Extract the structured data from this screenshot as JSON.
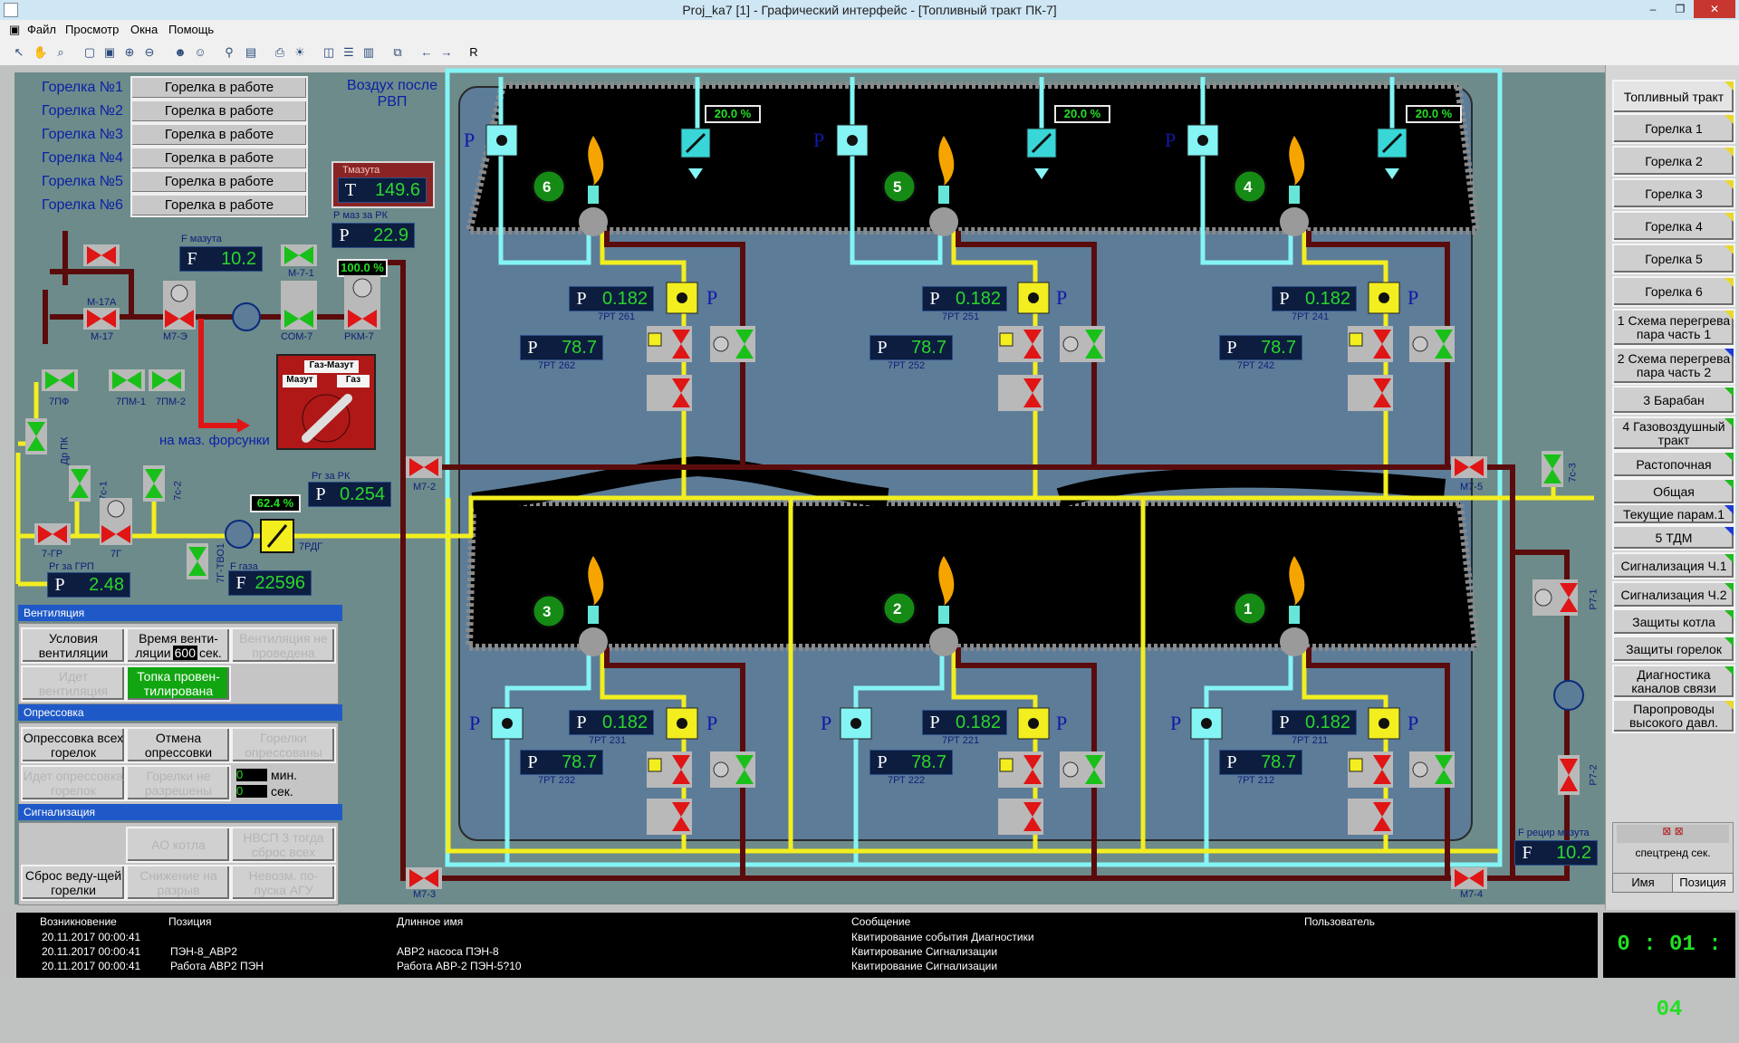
{
  "window": {
    "title": "Proj_ka7 [1] - Графический интерфейс - [Топливный тракт ПК-7]",
    "min": "–",
    "max": "❐",
    "close": "✕"
  },
  "menu": [
    "Файл",
    "Просмотр",
    "Окна",
    "Помощь"
  ],
  "toolbar_extra": "R",
  "burners": [
    {
      "label": "Горелка №1",
      "status": "Горелка в работе"
    },
    {
      "label": "Горелка №2",
      "status": "Горелка в работе"
    },
    {
      "label": "Горелка №3",
      "status": "Горелка в работе"
    },
    {
      "label": "Горелка №4",
      "status": "Горелка в работе"
    },
    {
      "label": "Горелка №5",
      "status": "Горелка в работе"
    },
    {
      "label": "Горелка №6",
      "status": "Горелка в работе"
    }
  ],
  "air_label": "Воздух после РВП",
  "gauges": {
    "t_mazut": {
      "caption": "Тмазута",
      "key": "T",
      "value": "149.6"
    },
    "p_maz_rk": {
      "caption": "Р маз за РК",
      "key": "P",
      "value": "22.9"
    },
    "f_mazut": {
      "caption": "F мазута",
      "key": "F",
      "value": "10.2"
    },
    "pg_rk": {
      "caption": "Рг за РК",
      "key": "P",
      "value": "0.254"
    },
    "pg_grp": {
      "caption": "Рг за ГРП",
      "key": "P",
      "value": "2.48"
    },
    "f_gas": {
      "caption": "F газа",
      "key": "F",
      "value": "22596"
    },
    "f_recirc": {
      "caption": "F рецир мазута",
      "key": "F",
      "value": "10.2"
    }
  },
  "pct": {
    "rkm7": "100.0 %",
    "rdg": "62.4 %",
    "air1": "20.0 %",
    "air2": "20.0 %",
    "air3": "20.0 %"
  },
  "valves": {
    "m17a": "М-17А",
    "m17": "М-17",
    "m7e": "М7-Э",
    "m71": "М-7-1",
    "com7": "СОМ-7",
    "rkm7": "РКМ-7",
    "pf": "7ПФ",
    "pm1": "7ПМ-1",
    "pm2": "7ПМ-2",
    "drpk": "Др ПК",
    "c1": "7с-1",
    "c2": "7с-2",
    "gr": "7-ГР",
    "g": "7Г",
    "tvo": "7Г-ТВО1",
    "rdg": "7РДГ",
    "m72": "М7-2",
    "m73": "М7-3",
    "m74": "М7-4",
    "m75": "М7-5",
    "c3": "7с-3",
    "r71": "Р7-1",
    "r72": "Р7-2"
  },
  "to_nozzles": "на маз. форсунки",
  "selector": {
    "title": "Газ-Мазут",
    "left": "Мазут",
    "right": "Газ"
  },
  "burner_units": [
    {
      "num": "6",
      "p1": "0.182",
      "t1": "7РТ 261",
      "p2": "78.7",
      "t2": "7РТ 262"
    },
    {
      "num": "5",
      "p1": "0.182",
      "t1": "7РТ 251",
      "p2": "78.7",
      "t2": "7РТ 252"
    },
    {
      "num": "4",
      "p1": "0.182",
      "t1": "7РТ 241",
      "p2": "78.7",
      "t2": "7РТ 242"
    },
    {
      "num": "3",
      "p1": "0.182",
      "t1": "7РТ 231",
      "p2": "78.7",
      "t2": "7РТ 232"
    },
    {
      "num": "2",
      "p1": "0.182",
      "t1": "7РТ 221",
      "p2": "78.7",
      "t2": "7РТ 222"
    },
    {
      "num": "1",
      "p1": "0.182",
      "t1": "7РТ 211",
      "p2": "78.7",
      "t2": "7РТ 212"
    }
  ],
  "p_letter": "P",
  "ventilation": {
    "title": "Вентиляция",
    "cond": "Условия вентиляции",
    "time_pre": "Время венти-",
    "time_mid": "ляции",
    "time_val": "600",
    "time_unit": "сек.",
    "done": "Вентиляция не проведена",
    "going": "Идет вентиляция",
    "firebox": "Топка провен-тилирована"
  },
  "pressure": {
    "title": "Опрессовка",
    "all": "Опрессовка всех горелок",
    "cancel": "Отмена опрессовки",
    "burn_ok": "Горелки опрессованы",
    "going": "Идет опрессовка горелок",
    "leak": "Горелки не разрешены",
    "min_val": "0",
    "min": "мин.",
    "sec_val": "0",
    "sec": "сек."
  },
  "signal": {
    "title": "Сигнализация",
    "ao": "АО котла",
    "nvsp": "НВСП 3 тогда сброс всех",
    "reset": "Сброс веду-щей горелки",
    "drop": "Снижение на разрыв",
    "nevozm": "Невозм. по-пуска АГУ"
  },
  "nav": [
    {
      "label": "Топливный тракт",
      "corner": "y"
    },
    {
      "label": "Горелка 1",
      "corner": "y"
    },
    {
      "label": "Горелка 2",
      "corner": "y"
    },
    {
      "label": "Горелка 3",
      "corner": "y"
    },
    {
      "label": "Горелка 4",
      "corner": "y"
    },
    {
      "label": "Горелка 5",
      "corner": "y"
    },
    {
      "label": "Горелка 6",
      "corner": "y"
    },
    {
      "label": "1 Схема перегрева пара часть 1",
      "corner": "y"
    },
    {
      "label": "2 Схема перегрева пара часть 2",
      "corner": "b"
    },
    {
      "label": "3 Барабан",
      "corner": "g"
    },
    {
      "label": "4 Газовоздушный тракт",
      "corner": "g"
    },
    {
      "label": "Растопочная",
      "corner": "g"
    },
    {
      "label": "Общая",
      "corner": "g"
    },
    {
      "label": "Текущие парам.1",
      "corner": "b"
    },
    {
      "label": "5 ТДМ",
      "corner": "b"
    },
    {
      "label": "Сигнализация Ч.1",
      "corner": "g"
    },
    {
      "label": "Сигнализация Ч.2",
      "corner": "g"
    },
    {
      "label": "Защиты котла",
      "corner": "g"
    },
    {
      "label": "Защиты горелок",
      "corner": "g"
    },
    {
      "label": "Диагностика каналов связи",
      "corner": "g"
    },
    {
      "label": "Паропроводы высокого давл.",
      "corner": "y"
    }
  ],
  "spectrend": "спецтренд сек.",
  "tabs": {
    "name": "Имя",
    "pos": "Позиция"
  },
  "alarms": {
    "headers": [
      "Возникновение",
      "Позиция",
      "Длинное имя",
      "Сообщение",
      "Пользователь"
    ],
    "rows": [
      {
        "time": "20.11.2017 00:00:41",
        "pos": "",
        "long": "",
        "msg": "Квитирование события Диагностики",
        "user": ""
      },
      {
        "time": "20.11.2017 00:00:41",
        "pos": "ПЭН-8_АВР2",
        "long": "АВР2 насоса ПЭН-8",
        "msg": "Квитирование Сигнализации",
        "user": ""
      },
      {
        "time": "20.11.2017 00:00:41",
        "pos": "Работа АВР2 ПЭН",
        "long": "Работа АВР-2 ПЭН-5?10",
        "msg": "Квитирование Сигнализации",
        "user": ""
      }
    ]
  },
  "clock": "0 : 01 : 04",
  "colors": {
    "bg": "#6c8b8a",
    "gas": "#f2ee1f",
    "air": "#84f4f4",
    "oil": "#5a0c0c",
    "furnace": "#5c7c98",
    "flame_chamber": "#000000",
    "valve_red": "#e01515",
    "valve_green": "#19c019"
  }
}
